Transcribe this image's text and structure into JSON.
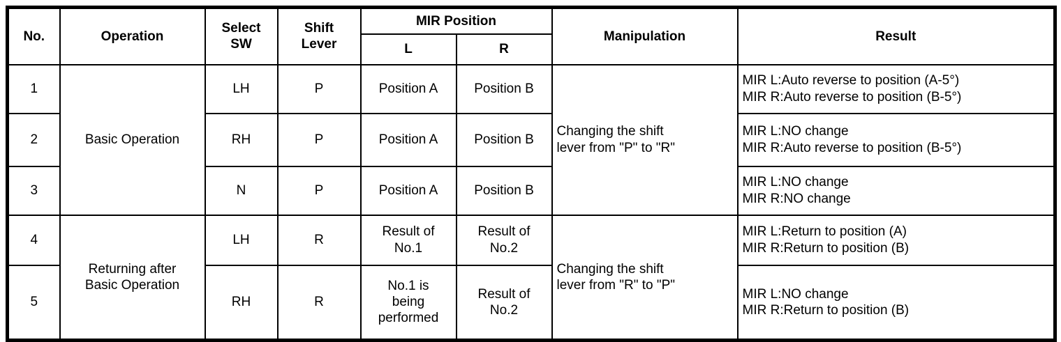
{
  "table": {
    "headers": {
      "no": "No.",
      "operation": "Operation",
      "select_sw": "Select\nSW",
      "shift_lever": "Shift\nLever",
      "mir_position": "MIR Position",
      "mir_l": "L",
      "mir_r": "R",
      "manipulation": "Manipulation",
      "result": "Result"
    },
    "groups": [
      {
        "operation": "Basic Operation",
        "manipulation": "Changing the shift\nlever from \"P\" to \"R\""
      },
      {
        "operation": "Returning after\nBasic Operation",
        "manipulation": "Changing the shift\nlever from \"R\" to \"P\""
      }
    ],
    "rows": [
      {
        "no": "1",
        "select_sw": "LH",
        "shift_lever": "P",
        "mir_l": "Position A",
        "mir_r": "Position B",
        "result": "MIR L:Auto reverse to position (A-5°)\nMIR R:Auto reverse to position (B-5°)"
      },
      {
        "no": "2",
        "select_sw": "RH",
        "shift_lever": "P",
        "mir_l": "Position A",
        "mir_r": "Position B",
        "result": "MIR L:NO change\nMIR R:Auto reverse to position (B-5°)"
      },
      {
        "no": "3",
        "select_sw": "N",
        "shift_lever": "P",
        "mir_l": "Position A",
        "mir_r": "Position B",
        "result": "MIR L:NO change\nMIR R:NO change"
      },
      {
        "no": "4",
        "select_sw": "LH",
        "shift_lever": "R",
        "mir_l": "Result of\nNo.1",
        "mir_r": "Result of\nNo.2",
        "result": "MIR L:Return to position (A)\nMIR R:Return to position (B)"
      },
      {
        "no": "5",
        "select_sw": "RH",
        "shift_lever": "R",
        "mir_l": "No.1 is\nbeing\nperformed",
        "mir_r": "Result of\nNo.2",
        "result": "MIR L:NO change\nMIR R:Return to position (B)"
      }
    ]
  },
  "colors": {
    "border": "#000000",
    "background": "#ffffff",
    "text": "#000000"
  }
}
